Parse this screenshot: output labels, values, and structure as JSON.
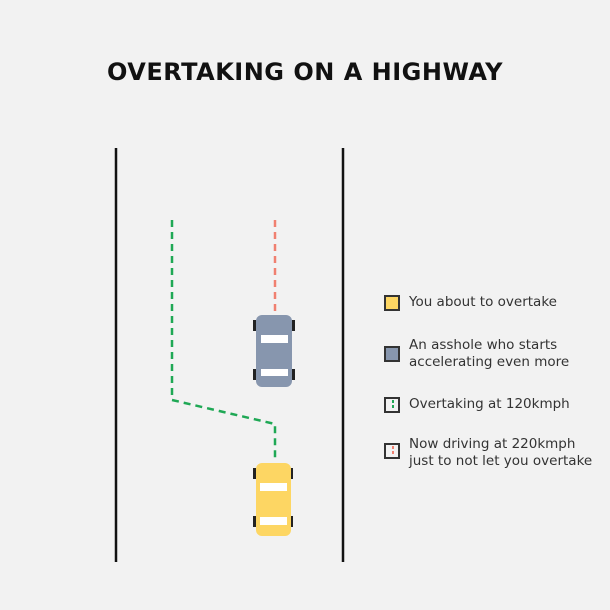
{
  "title": "OVERTAKING ON A HIGHWAY",
  "colors": {
    "background": "#f2f2f2",
    "road_edge": "#111111",
    "you_car": "#fdd663",
    "other_car": "#8796ae",
    "overtake_path": "#1fa855",
    "other_path": "#f08070"
  },
  "legend": [
    {
      "key": "you",
      "label": "You about to overtake",
      "swatch": "yellow-fill"
    },
    {
      "key": "other",
      "label": "An asshole who starts\naccelerating even more",
      "swatch": "gray-fill"
    },
    {
      "key": "overtake",
      "label": "Overtaking at 120kmph",
      "swatch": "green-dashed-line"
    },
    {
      "key": "speeding",
      "label": "Now driving at 220kmph\njust to not let you overtake",
      "swatch": "red-dashed-line"
    }
  ]
}
